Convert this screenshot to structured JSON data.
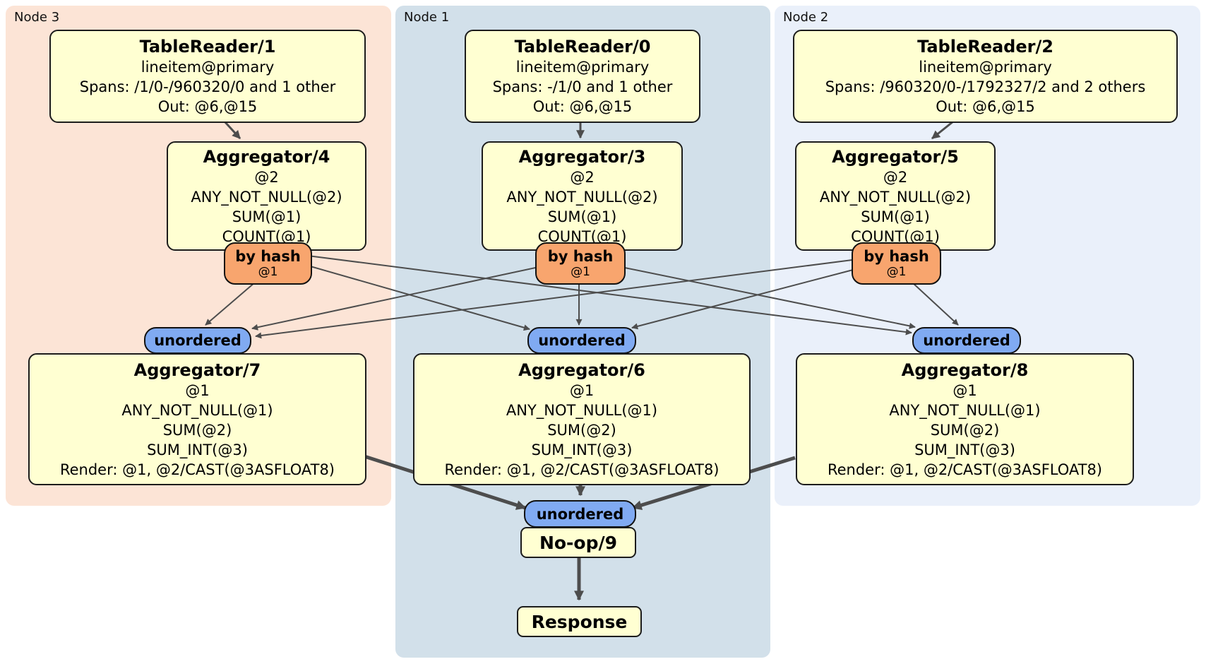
{
  "diagram": {
    "regions": [
      {
        "label": "Node 3"
      },
      {
        "label": "Node 1"
      },
      {
        "label": "Node 2"
      }
    ],
    "processors": {
      "tr1": {
        "title": "TableReader/1",
        "lines": [
          "lineitem@primary",
          "Spans: /1/0-/960320/0 and 1 other",
          "Out: @6,@15"
        ]
      },
      "tr0": {
        "title": "TableReader/0",
        "lines": [
          "lineitem@primary",
          "Spans: -/1/0 and 1 other",
          "Out: @6,@15"
        ]
      },
      "tr2": {
        "title": "TableReader/2",
        "lines": [
          "lineitem@primary",
          "Spans: /960320/0-/1792327/2 and 2 others",
          "Out: @6,@15"
        ]
      },
      "agg4": {
        "title": "Aggregator/4",
        "lines": [
          "@2",
          "ANY_NOT_NULL(@2)",
          "SUM(@1)",
          "COUNT(@1)"
        ]
      },
      "agg3": {
        "title": "Aggregator/3",
        "lines": [
          "@2",
          "ANY_NOT_NULL(@2)",
          "SUM(@1)",
          "COUNT(@1)"
        ]
      },
      "agg5": {
        "title": "Aggregator/5",
        "lines": [
          "@2",
          "ANY_NOT_NULL(@2)",
          "SUM(@1)",
          "COUNT(@1)"
        ]
      },
      "agg7": {
        "title": "Aggregator/7",
        "lines": [
          "@1",
          "ANY_NOT_NULL(@1)",
          "SUM(@2)",
          "SUM_INT(@3)",
          "Render: @1, @2/CAST(@3ASFLOAT8)"
        ]
      },
      "agg6": {
        "title": "Aggregator/6",
        "lines": [
          "@1",
          "ANY_NOT_NULL(@1)",
          "SUM(@2)",
          "SUM_INT(@3)",
          "Render: @1, @2/CAST(@3ASFLOAT8)"
        ]
      },
      "agg8": {
        "title": "Aggregator/8",
        "lines": [
          "@1",
          "ANY_NOT_NULL(@1)",
          "SUM(@2)",
          "SUM_INT(@3)",
          "Render: @1, @2/CAST(@3ASFLOAT8)"
        ]
      },
      "noop": {
        "title": "No-op/9"
      },
      "response": {
        "title": "Response"
      }
    },
    "routers": {
      "hash_left": {
        "label": "by hash",
        "detail": "@1"
      },
      "hash_center": {
        "label": "by hash",
        "detail": "@1"
      },
      "hash_right": {
        "label": "by hash",
        "detail": "@1"
      }
    },
    "streams": {
      "sync_left": {
        "label": "unordered"
      },
      "sync_center": {
        "label": "unordered"
      },
      "sync_right": {
        "label": "unordered"
      },
      "sync_final": {
        "label": "unordered"
      }
    },
    "colors": {
      "node3_bg": "#fce4d6",
      "node1_bg": "#d2e0ea",
      "node2_bg": "#eaf0fa",
      "processor_fill": "#ffffd2",
      "processor_border": "#1c1c1c",
      "router_fill": "#f8a56e",
      "stream_fill": "#80aaf2",
      "pill_border": "#111111",
      "edge_color": "#4d4d4d"
    }
  }
}
